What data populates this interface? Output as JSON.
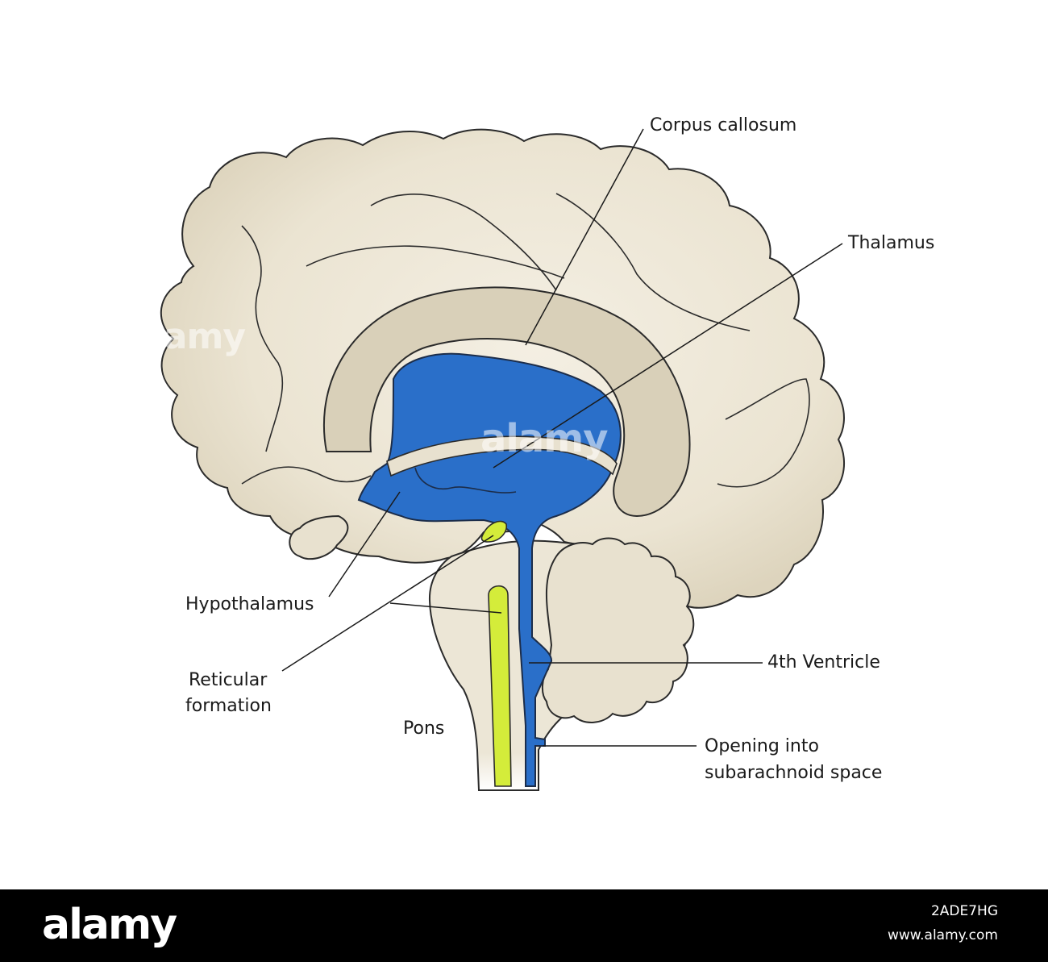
{
  "labels": {
    "corpus_callosum": "Corpus callosum",
    "thalamus": "Thalamus",
    "hypothalamus": "Hypothalamus",
    "reticular_line1": "Reticular",
    "reticular_line2": "formation",
    "fourth_ventricle": "4th Ventricle",
    "pons": "Pons",
    "opening_line1": "Opening into",
    "opening_line2": "subarachnoid space"
  },
  "watermark": {
    "brand": "alamy",
    "image_id": "2ADE7HG",
    "site": "www.alamy.com"
  },
  "colors": {
    "brain_fill": "#e8e1cf",
    "brain_highlight": "#f3eee2",
    "corpus_fill": "#d6cdb5",
    "ventricle_blue": "#2a6fc9",
    "reticular_yellow": "#d4ec3a",
    "outline": "#2b2b2b"
  }
}
